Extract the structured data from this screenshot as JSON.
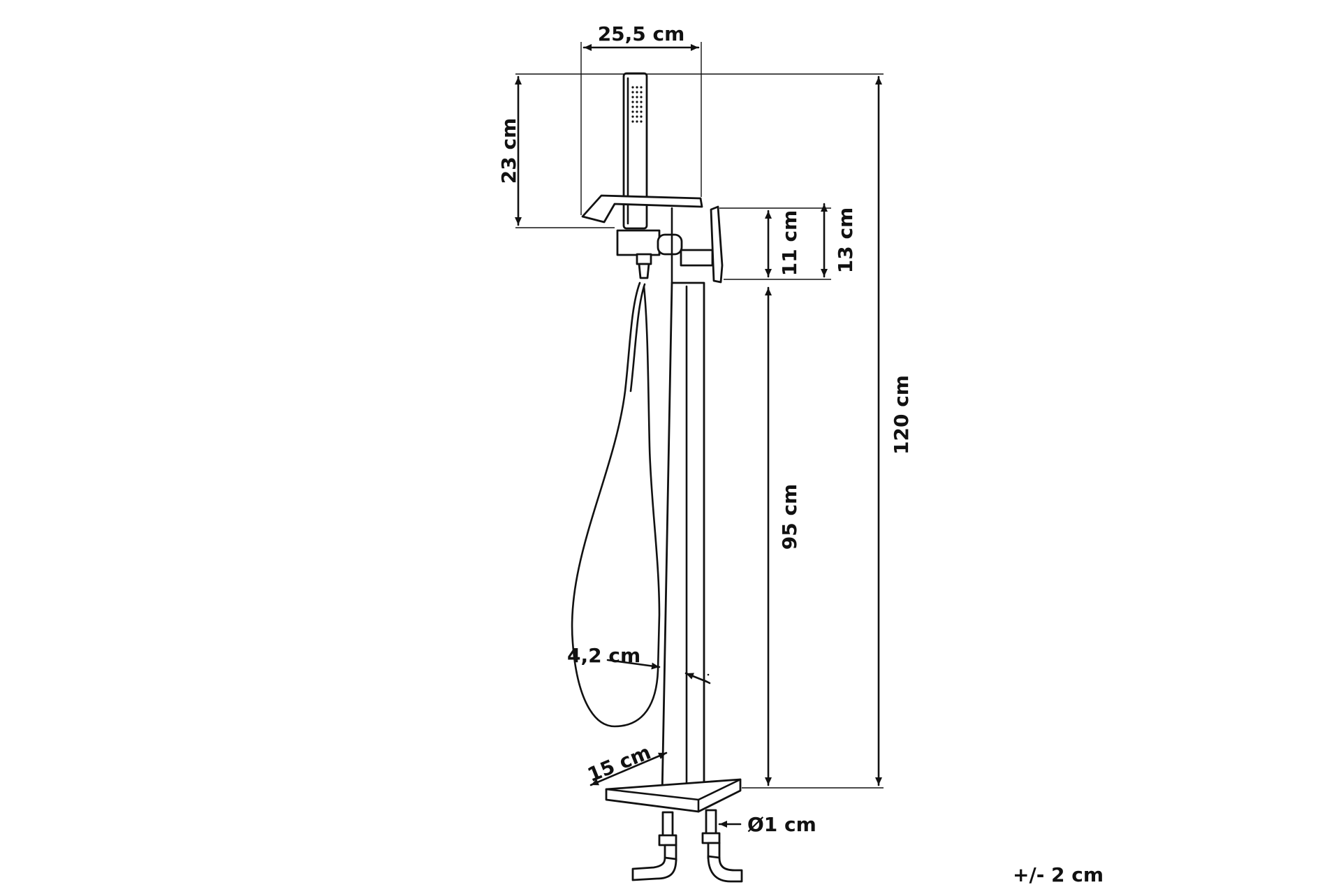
{
  "dimensions": {
    "handshower_width": "25,5 cm",
    "handshower_height": "23 cm",
    "handle_height_inner": "11 cm",
    "handle_height_outer": "13 cm",
    "total_height": "120 cm",
    "spout_height": "95 cm",
    "column_width": "4,2 cm",
    "base_width": "15 cm",
    "pipe_diameter": "Ø1 cm"
  },
  "tolerance": "+/- 2 cm",
  "colors": {
    "line": "#111111",
    "background": "#ffffff"
  }
}
